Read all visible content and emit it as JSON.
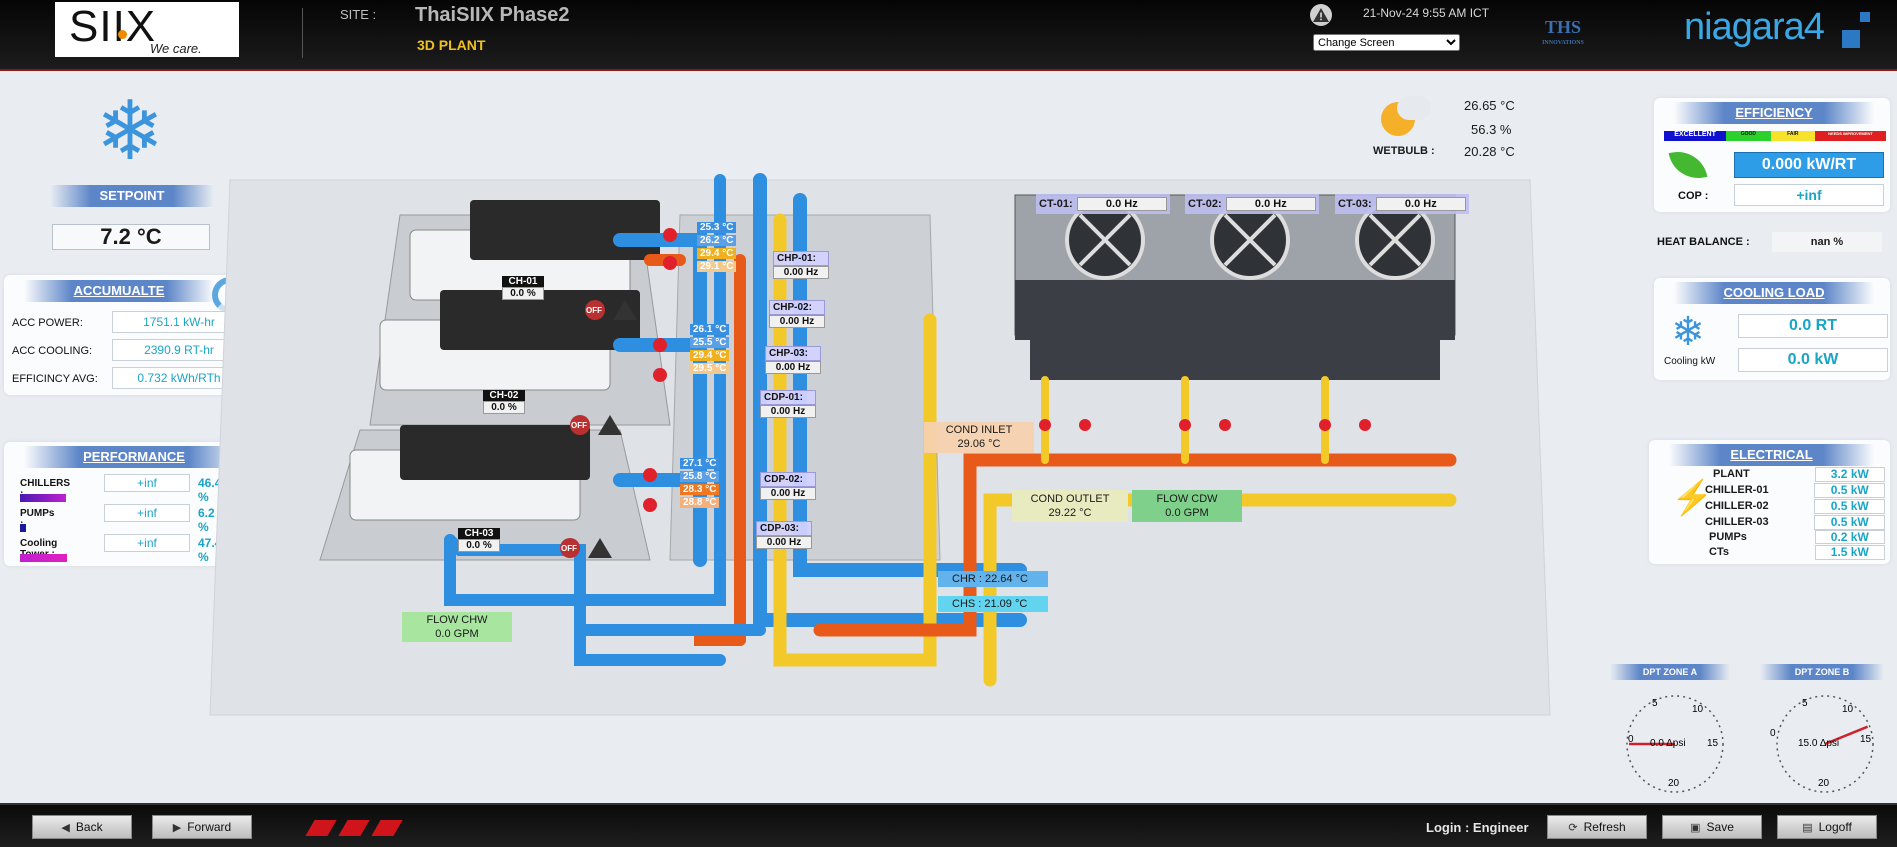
{
  "header": {
    "logo_text": "SIIX",
    "logo_tagline": "We care.",
    "site_label": "SITE :",
    "site_name": "ThaiSIIX Phase2",
    "screen_name": "3D PLANT",
    "datetime": "21-Nov-24 9:55 AM ICT",
    "change_screen": "Change Screen",
    "ths_logo": "THS",
    "ths_tagline": "INNOVATIONS",
    "niagara_logo": "niagara4"
  },
  "setpoint": {
    "title": "SETPOINT",
    "value": "7.2 °C"
  },
  "accumulate": {
    "title": "ACCUMUALTE",
    "rows": [
      {
        "label": "ACC POWER:",
        "value": "1751.1 kW-hr"
      },
      {
        "label": "ACC COOLING:",
        "value": "2390.9 RT-hr"
      },
      {
        "label": "EFFICINCY AVG:",
        "value": "0.732 kWh/RTh"
      }
    ]
  },
  "performance": {
    "title": "PERFORMANCE",
    "rows": [
      {
        "label": "CHILLERS :",
        "value": "+inf",
        "percent": "46.4 %",
        "bar_fraction": 0.46
      },
      {
        "label": "PUMPs :",
        "value": "+inf",
        "percent": "6.2 %",
        "bar_fraction": 0.06
      },
      {
        "label": "Cooling Tower :",
        "value": "+inf",
        "percent": "47.4 %",
        "bar_fraction": 0.47
      }
    ]
  },
  "weather": {
    "temperature": "26.65 °C",
    "humidity": "56.3 %",
    "wetbulb_label": "WETBULB :",
    "wetbulb": "20.28 °C"
  },
  "efficiency": {
    "title": "EFFICIENCY",
    "legend": [
      "EXCELLENT",
      "GOOD",
      "FAIR",
      "NEEDS IMPROVEMENT"
    ],
    "kw_rt": "0.000 kW/RT",
    "cop_label": "COP :",
    "cop": "+inf"
  },
  "heat_balance": {
    "label": "HEAT BALANCE :",
    "value": "nan %"
  },
  "cooling_load": {
    "title": "COOLING LOAD",
    "rt": "0.0 RT",
    "kw_label": "Cooling kW",
    "kw": "0.0 kW"
  },
  "electrical": {
    "title": "ELECTRICAL",
    "rows": [
      {
        "label": "PLANT",
        "value": "3.2 kW"
      },
      {
        "label": "CHILLER-01",
        "value": "0.5 kW"
      },
      {
        "label": "CHILLER-02",
        "value": "0.5 kW"
      },
      {
        "label": "CHILLER-03",
        "value": "0.5 kW"
      },
      {
        "label": "PUMPs",
        "value": "0.2 kW"
      },
      {
        "label": "CTs",
        "value": "1.5 kW"
      }
    ]
  },
  "chillers": [
    {
      "name": "CH-01",
      "value": "0.0 %",
      "state": "OFF",
      "temps": [
        "25.3 °C",
        "26.2 °C",
        "29.4 °C",
        "29.1 °C"
      ]
    },
    {
      "name": "CH-02",
      "value": "0.0 %",
      "state": "OFF",
      "temps": [
        "26.1 °C",
        "25.5 °C",
        "29.4 °C",
        "29.5 °C"
      ]
    },
    {
      "name": "CH-03",
      "value": "0.0 %",
      "state": "OFF",
      "temps": [
        "27.1 °C",
        "25.8 °C",
        "28.3 °C",
        "28.8 °C"
      ]
    }
  ],
  "pumps": [
    {
      "name": "CHP-01:",
      "value": "0.00 Hz"
    },
    {
      "name": "CHP-02:",
      "value": "0.00 Hz"
    },
    {
      "name": "CHP-03:",
      "value": "0.00 Hz"
    },
    {
      "name": "CDP-01:",
      "value": "0.00 Hz"
    },
    {
      "name": "CDP-02:",
      "value": "0.00 Hz"
    },
    {
      "name": "CDP-03:",
      "value": "0.00 Hz"
    }
  ],
  "cooling_towers": [
    {
      "name": "CT-01:",
      "value": "0.0 Hz"
    },
    {
      "name": "CT-02:",
      "value": "0.0 Hz"
    },
    {
      "name": "CT-03:",
      "value": "0.0 Hz"
    }
  ],
  "cond_inlet": {
    "label": "COND INLET",
    "value": "29.06 °C"
  },
  "cond_outlet": {
    "label": "COND OUTLET",
    "value": "29.22 °C"
  },
  "flow_cdw": {
    "label": "FLOW CDW",
    "value": "0.0 GPM"
  },
  "flow_chw": {
    "label": "FLOW CHW",
    "value": "0.0 GPM"
  },
  "chr": "CHR : 22.64 °C",
  "chs": "CHS : 21.09 °C",
  "dpt_a": {
    "title": "DPT ZONE A",
    "value": "0.0 Δpsi",
    "ticks": [
      "0",
      "5",
      "10",
      "15",
      "20"
    ],
    "level": 0.0
  },
  "dpt_b": {
    "title": "DPT ZONE B",
    "value": "15.0 Δpsi",
    "ticks": [
      "0",
      "5",
      "10",
      "15",
      "20"
    ],
    "level": 15.0
  },
  "footer": {
    "back": "Back",
    "forward": "Forward",
    "login": "Login : Engineer",
    "refresh": "Refresh",
    "save": "Save",
    "logoff": "Logoff"
  },
  "colors": {
    "chw_pipe": "#2e8fe0",
    "cdw_pipe": "#e85a1a",
    "yellow_pipe": "#f2c928",
    "accent": "#5d86c8",
    "value_text": "#1aa5c7"
  }
}
